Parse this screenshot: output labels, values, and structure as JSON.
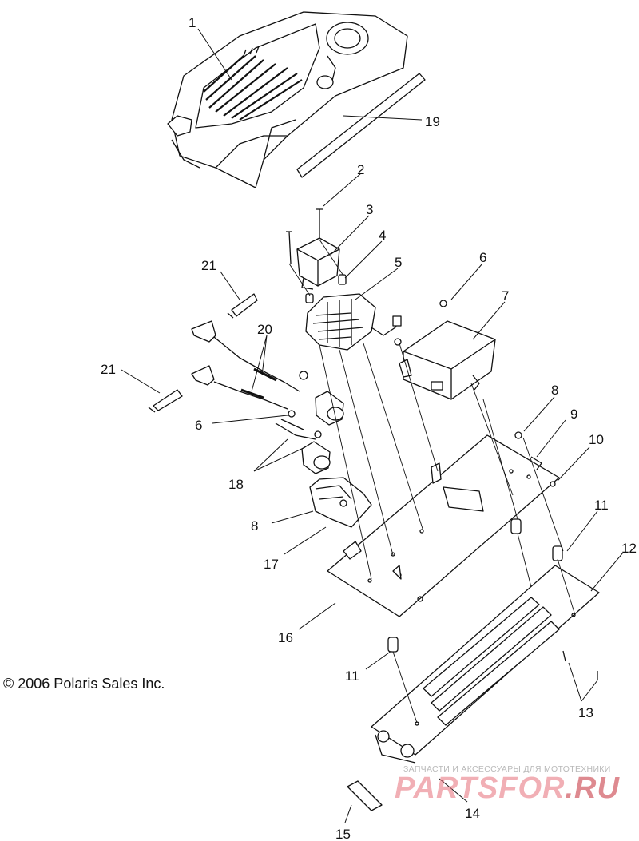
{
  "copyright": "© 2006 Polaris Sales Inc.",
  "watermark": {
    "tagline": "ЗАПЧАСТИ И АКСЕССУАРЫ ДЛЯ МОТОТЕХНИКИ",
    "brand_left": "PARTS",
    "brand_mid": "FOR",
    "brand_right": ".RU"
  },
  "callouts": {
    "c1": "1",
    "c2": "2",
    "c3": "3",
    "c4": "4",
    "c5": "5",
    "c6a": "6",
    "c6b": "6",
    "c7": "7",
    "c8a": "8",
    "c8b": "8",
    "c9": "9",
    "c10": "10",
    "c11a": "11",
    "c11b": "11",
    "c12": "12",
    "c13": "13",
    "c14": "14",
    "c15": "15",
    "c16": "16",
    "c17": "17",
    "c18": "18",
    "c19": "19",
    "c20": "20",
    "c21a": "21",
    "c21b": "21"
  }
}
